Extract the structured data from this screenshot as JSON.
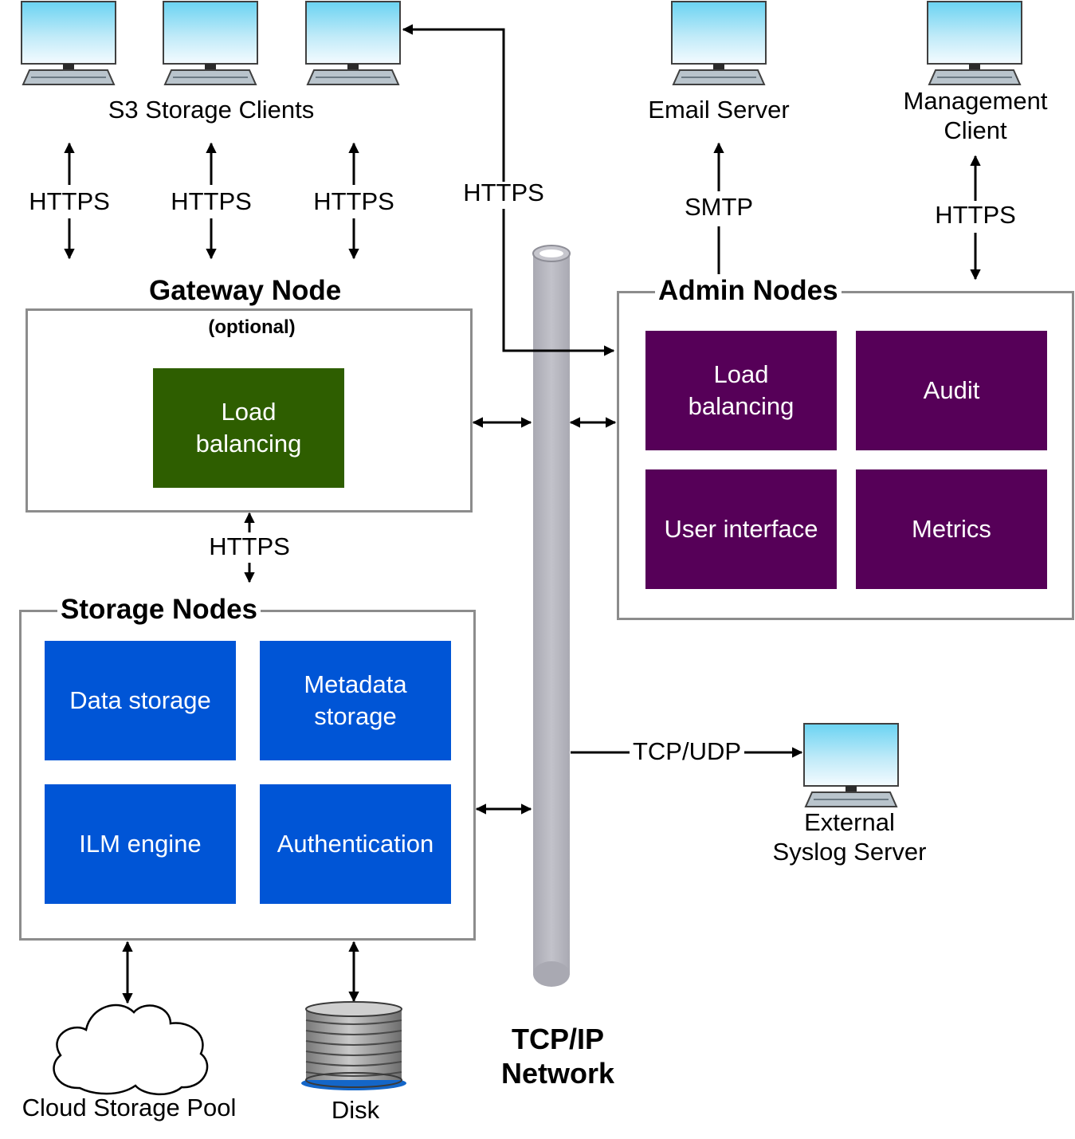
{
  "clients": {
    "s3_label": "S3 Storage Clients",
    "email_label": "Email Server",
    "management_label": "Management\nClient",
    "syslog_label": "External\nSyslog Server"
  },
  "protocols": {
    "https": "HTTPS",
    "smtp": "SMTP",
    "tcp_udp": "TCP/UDP"
  },
  "gateway": {
    "title": "Gateway Node",
    "subtitle": "(optional)",
    "services": [
      "Load\nbalancing"
    ]
  },
  "admin": {
    "title": "Admin Nodes",
    "services": [
      "Load\nbalancing",
      "Audit",
      "User interface",
      "Metrics"
    ]
  },
  "storage": {
    "title": "Storage Nodes",
    "services": [
      "Data storage",
      "Metadata\nstorage",
      "ILM engine",
      "Authentication"
    ]
  },
  "backends": {
    "cloud_label": "Cloud Storage Pool",
    "disk_label": "Disk"
  },
  "network": {
    "label": "TCP/IP\nNetwork"
  },
  "colors": {
    "gateway_tile": "#2e5e00",
    "admin_tile": "#560058",
    "storage_tile": "#0055d6",
    "network_pipe": "#b7b7bf",
    "panel_border": "#8c8c8c"
  }
}
